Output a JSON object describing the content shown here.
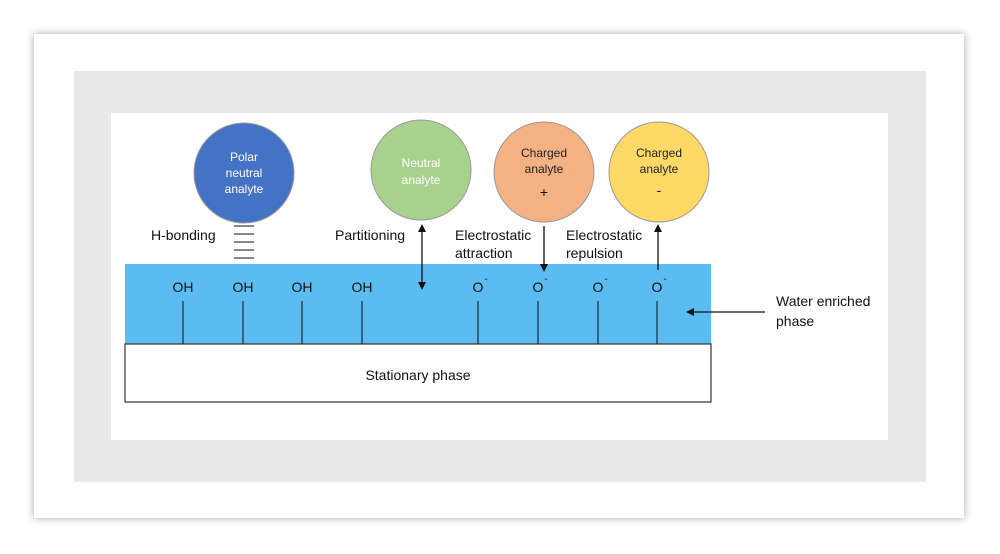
{
  "diagram": {
    "analytes": [
      {
        "id": "polar",
        "lines": [
          "Polar",
          "neutral",
          "analyte"
        ],
        "sign": "",
        "color": "#4472c4",
        "text_color": "#ffffff"
      },
      {
        "id": "neutral",
        "lines": [
          "Neutral",
          "analyte"
        ],
        "sign": "",
        "color": "#a9d18e",
        "text_color": "#ffffff"
      },
      {
        "id": "charged_pos",
        "lines": [
          "Charged",
          "analyte"
        ],
        "sign": "+",
        "color": "#f4b183",
        "text_color": "#222222"
      },
      {
        "id": "charged_neg",
        "lines": [
          "Charged",
          "analyte"
        ],
        "sign": "-",
        "color": "#ffd966",
        "text_color": "#222222"
      }
    ],
    "interactions": {
      "h_bonding": "H-bonding",
      "partitioning": "Partitioning",
      "electrostatic_attraction": [
        "Electrostatic",
        "attraction"
      ],
      "electrostatic_repulsion": [
        "Electrostatic",
        "repulsion"
      ]
    },
    "surface_groups": {
      "hydroxyl": "OH",
      "oxide": "O",
      "charge": "-"
    },
    "water_layer": {
      "label": [
        "Water enriched",
        "phase"
      ],
      "color": "#5bbcf2"
    },
    "stationary_phase": {
      "label": "Stationary phase"
    }
  }
}
